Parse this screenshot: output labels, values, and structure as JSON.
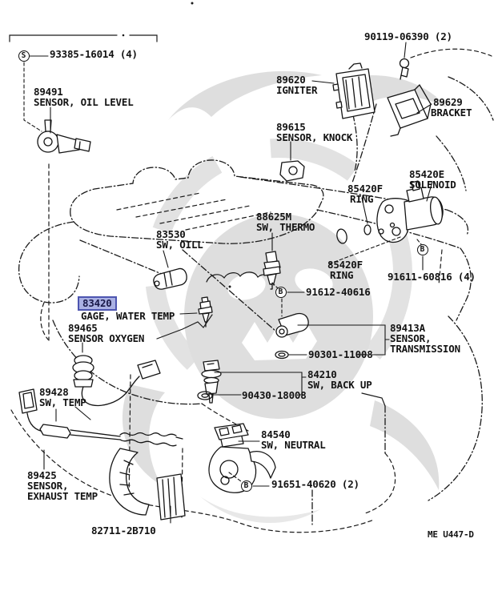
{
  "diagram": {
    "figure_code": "ME U447-D",
    "background": "#ffffff",
    "line_color": "#1a1a1a",
    "watermark_color": "#dedede",
    "highlight_fill": "#aab1e3",
    "highlight_border": "#4d55b0"
  },
  "callouts": {
    "screw_93385": {
      "number": "93385-16014 (4)",
      "fastener": "S"
    },
    "oil_level": {
      "number": "89491",
      "name": "SENSOR, OIL LEVEL"
    },
    "bolt_90119": {
      "number": "90119-06390 (2)"
    },
    "igniter": {
      "number": "89620",
      "name": "IGNITER"
    },
    "bracket": {
      "number": "89629",
      "name": "BRACKET"
    },
    "knock": {
      "number": "89615",
      "name": "SENSOR, KNOCK"
    },
    "solenoid": {
      "number": "85420E",
      "name": "SOLENOID"
    },
    "ring_upper": {
      "number": "85420F",
      "name": "RING"
    },
    "thermo": {
      "number": "88625M",
      "name": "SW, THERMO"
    },
    "oil_switch": {
      "number": "83530",
      "name": "SW, OILL"
    },
    "ring_lower": {
      "number": "85420F",
      "name": "RING"
    },
    "bolt_91611": {
      "number": "91611-60816 (4)",
      "fastener": "B"
    },
    "bolt_91612": {
      "number": "91612-40616",
      "fastener": "B"
    },
    "water_temp_gage": {
      "number": "83420",
      "name": "GAGE, WATER TEMP",
      "highlighted": true
    },
    "oxygen": {
      "number": "89465",
      "name": "SENSOR OXYGEN"
    },
    "transmission": {
      "number": "89413A",
      "name_line1": "SENSOR,",
      "name_line2": "TRANSMISSION"
    },
    "oring_90301": {
      "number": "90301-11008"
    },
    "backup": {
      "number": "84210",
      "name": "SW, BACK UP"
    },
    "gasket_90430": {
      "number": "90430-18008"
    },
    "temp_switch": {
      "number": "89428",
      "name": "SW, TEMP"
    },
    "neutral": {
      "number": "84540",
      "name": "SW, NEUTRAL"
    },
    "bolt_91651": {
      "number": "91651-40620 (2)",
      "fastener": "B"
    },
    "exhaust_temp": {
      "number": "89425",
      "name_line1": "SENSOR,",
      "name_line2": "EXHAUST TEMP"
    },
    "clamp": {
      "number": "82711-2B710"
    }
  }
}
